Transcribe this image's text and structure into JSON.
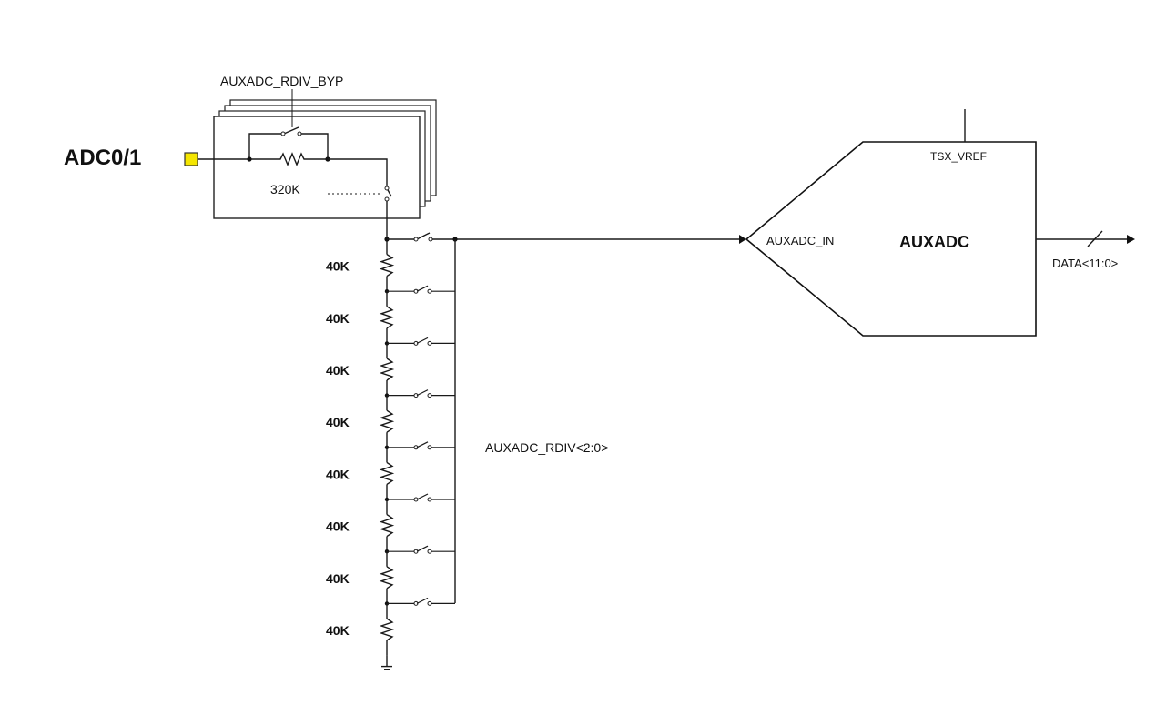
{
  "input_pin": {
    "label": "ADC0/1",
    "pad_color": "#f5e600"
  },
  "bypass_block": {
    "control_label": "AUXADC_RDIV_BYP",
    "resistor_label": "320K"
  },
  "divider": {
    "resistor_labels": [
      "40K",
      "40K",
      "40K",
      "40K",
      "40K",
      "40K",
      "40K",
      "40K"
    ],
    "select_label": "AUXADC_RDIV<2:0>"
  },
  "adc": {
    "name": "AUXADC",
    "input_label": "AUXADC_IN",
    "vref_label": "TSX_VREF",
    "output_label": "DATA<11:0>"
  }
}
